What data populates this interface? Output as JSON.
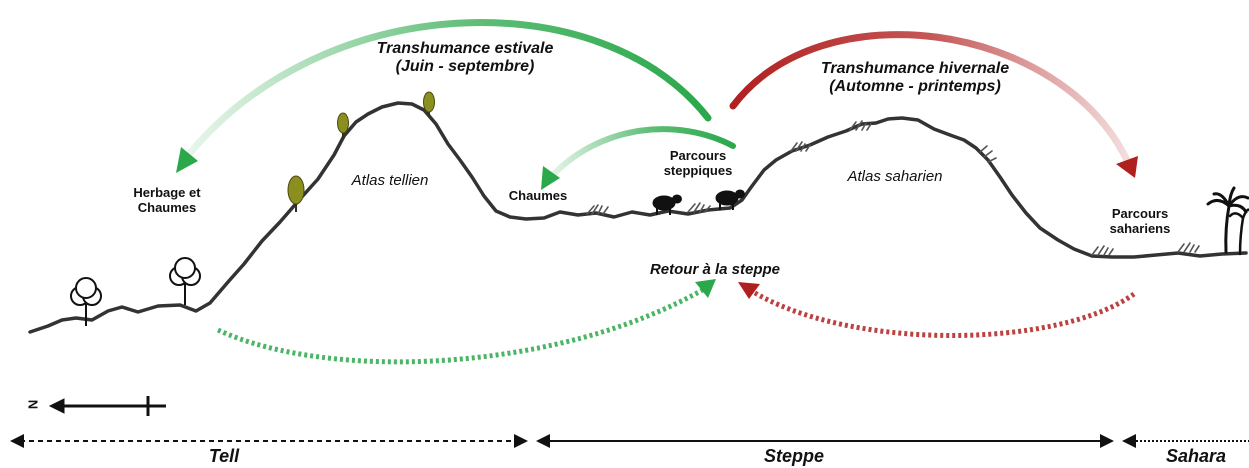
{
  "titles": {
    "summer_name": "Transhumance estivale",
    "summer_period": "(Juin - septembre)",
    "winter_name": "Transhumance hivernale",
    "winter_period": "(Automne - printemps)"
  },
  "places": {
    "herbage_line1": "Herbage et",
    "herbage_line2": "Chaumes",
    "atlas_tellien": "Atlas tellien",
    "chaumes": "Chaumes",
    "steppe_line1": "Parcours",
    "steppe_line2": "steppiques",
    "atlas_saharien": "Atlas saharien",
    "sahara_line1": "Parcours",
    "sahara_line2": "sahariens"
  },
  "return_label": "Retour à la steppe",
  "orientation": {
    "north_letter": "N"
  },
  "zones": {
    "tell": "Tell",
    "steppe": "Steppe",
    "sahara": "Sahara"
  },
  "colors": {
    "summer": "#2aa84a",
    "winter": "#b0201f",
    "terrain": "#333333",
    "tree_foliage": "#8a8f1f"
  }
}
